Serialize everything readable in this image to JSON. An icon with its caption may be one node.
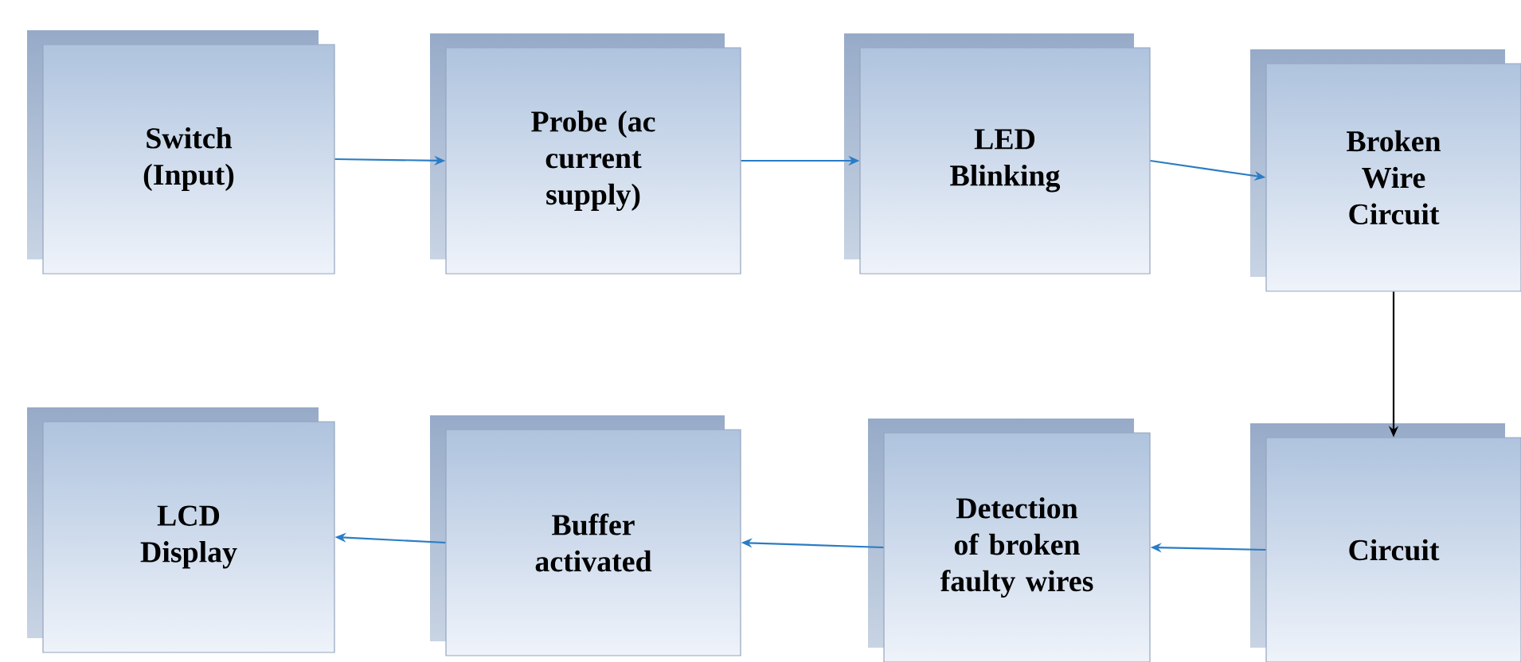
{
  "diagram": {
    "nodes": [
      {
        "text": [
          "Switch (Input)"
        ]
      },
      {
        "text": [
          "Probe (ac current supply)"
        ]
      },
      {
        "text": [
          "LED Blinking"
        ]
      },
      {
        "text": [
          "Broken Wire Circuit"
        ]
      },
      {
        "text": [
          "Circuit"
        ]
      },
      {
        "text": [
          "Detection of broken faulty wires"
        ]
      },
      {
        "text": [
          "Buffer activated"
        ]
      },
      {
        "text": [
          "LCD Display"
        ]
      }
    ],
    "edges": [
      {
        "from": 0,
        "to": 1,
        "arrow": "to"
      },
      {
        "from": 1,
        "to": 2,
        "arrow": "to"
      },
      {
        "from": 2,
        "to": 3,
        "arrow": "to"
      },
      {
        "from": 3,
        "to": 4,
        "arrow": "to",
        "color": "#000000"
      },
      {
        "from": 4,
        "to": 5,
        "arrow": "to"
      },
      {
        "from": 5,
        "to": 6,
        "arrow": "to"
      },
      {
        "from": 6,
        "to": 7,
        "arrow": "to"
      }
    ]
  }
}
